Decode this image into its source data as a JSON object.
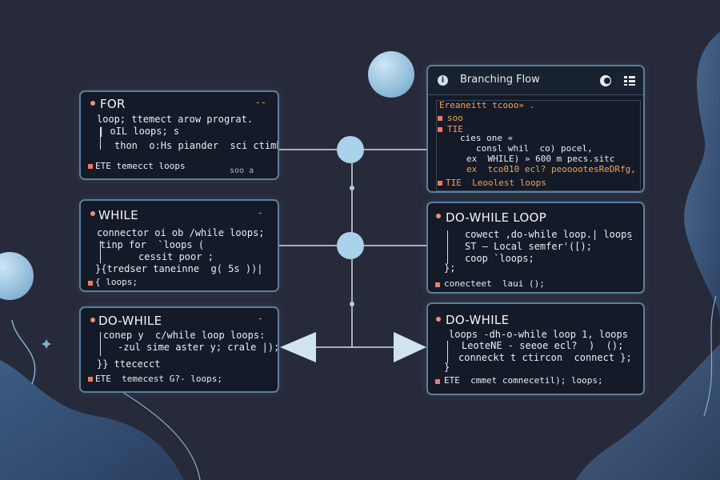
{
  "colors": {
    "background": "#272a3a",
    "card": "#141a27",
    "card_border": "#5b7f9c",
    "connector": "#d7dee6",
    "node": "#a9d2ea",
    "accent_orange": "#f0a357",
    "accent_red": "#ee7a62",
    "code_cyan": "#8fe2ef"
  },
  "icons": [
    "info-icon",
    "toggle-icon",
    "grid-menu-icon",
    "arrow-left-icon",
    "arrow-right-icon"
  ],
  "cards": {
    "for": {
      "title": "FOR",
      "mark": "--",
      "lines": [
        "loop; ttemect arow prograt.",
        "| oIL loops; s",
        "thon  o:Hs piander  sci ctimh)"
      ],
      "footer": "ETE temecct loops",
      "tag": "soo a"
    },
    "while": {
      "title": "WHILE",
      "mark": "-",
      "lines": [
        "connector oi ob /while loops;",
        "tinp for  `loops (",
        "cessit poor ;",
        "}{tredser taneinne  g( 5s ))|"
      ],
      "footer": "{ loops;"
    },
    "do_while_left": {
      "title": "DO-WHILE",
      "mark": "-",
      "lines": [
        "conep y  c/while loop loops:",
        "-zul sime aster y; crale |);",
        "}} ttececct"
      ],
      "footer": "ETE  temecest G?- loops;"
    },
    "branching": {
      "title": "Branching Flow",
      "header_line": "Ereaneitt tcooo» .",
      "items": [
        "soo",
        "TIE"
      ],
      "lines": [
        "cies one «",
        "consl whil  co) pocel,",
        "ex  WHILE) » 600 m pecs.sitc",
        "ex  tco010 ecl? peooootesReDRfg,"
      ],
      "footer": "TIE  Leoolest loops"
    },
    "do_while_loop": {
      "title": "DO-WHILE LOOP",
      "mark": "-",
      "lines": [
        "cowect ,do-while loop.| loops",
        "ST — Local semfer'([);",
        "coop `loops;",
        "};"
      ],
      "footer": "conecteet  laui ();"
    },
    "do_while_right": {
      "title": "DO-WHILE",
      "lines": [
        "loops -dh-o-while loop 1, loops",
        "LeoteNE - seeoe ecl?  )  ();",
        "conneckt t ctircon  connect };",
        "}"
      ],
      "footer": "ETE  cmmet comnecetil); loops;"
    }
  }
}
